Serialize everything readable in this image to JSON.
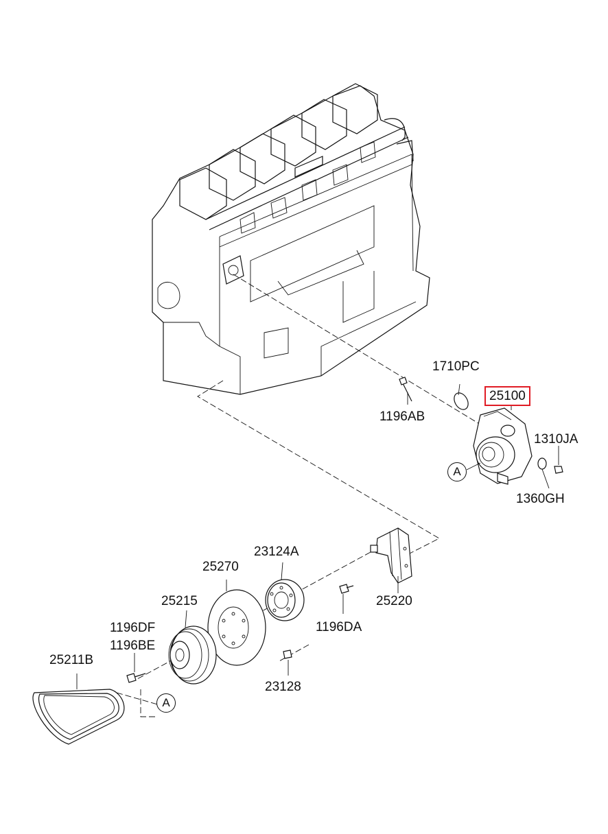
{
  "parts": {
    "p1710PC": "1710PC",
    "p25100": "25100",
    "p1196AB": "1196AB",
    "p1310JA": "1310JA",
    "p1360GH": "1360GH",
    "p23124A": "23124A",
    "p25270": "25270",
    "p25215": "25215",
    "p25220": "25220",
    "p1196DF": "1196DF",
    "p1196BE": "1196BE",
    "p1196DA": "1196DA",
    "p25211B": "25211B",
    "p23128": "23128"
  },
  "callouts": {
    "a1": "A",
    "a2": "A"
  },
  "colors": {
    "highlight": "#e01b24",
    "line": "#111111"
  }
}
